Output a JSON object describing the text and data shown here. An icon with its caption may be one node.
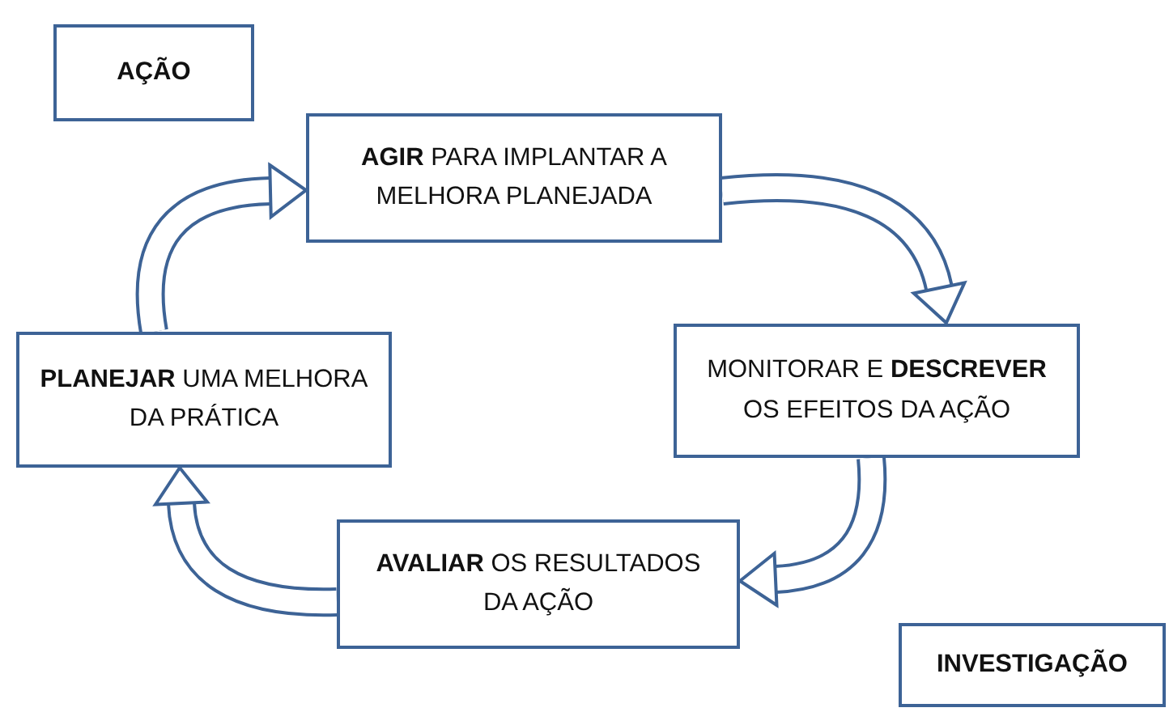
{
  "diagram": {
    "nodes": [
      {
        "text": [
          "AÇÃO"
        ]
      },
      {
        "text": [
          "**AGIR** PARA IMPLANTAR A MELHORA PLANEJADA"
        ]
      },
      {
        "text": [
          "MONITORAR E **DESCREVER** OS EFEITOS DA AÇÃO"
        ]
      },
      {
        "text": [
          "**AVALIAR** OS RESULTADOS DA AÇÃO"
        ]
      },
      {
        "text": [
          "**PLANEJAR** UMA MELHORA DA PRÁTICA"
        ]
      },
      {
        "text": [
          "INVESTIGAÇÃO"
        ]
      }
    ],
    "edges": [
      {
        "from": 1,
        "to": 2,
        "arrow": "to"
      },
      {
        "from": 2,
        "to": 3,
        "arrow": "to"
      },
      {
        "from": 3,
        "to": 4,
        "arrow": "to"
      },
      {
        "from": 4,
        "to": 1,
        "arrow": "to"
      }
    ]
  }
}
